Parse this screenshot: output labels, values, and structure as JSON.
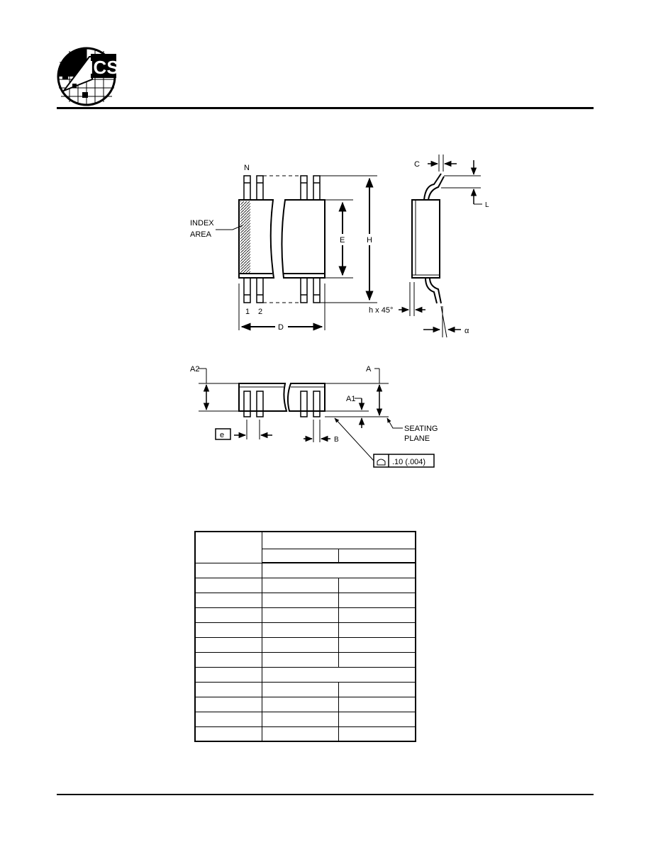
{
  "header": {
    "logo_text": "ICS"
  },
  "top_view": {
    "pin_n_label": "N",
    "pin_1_label": "1",
    "pin_2_label": "2",
    "index_area_line1": "INDEX",
    "index_area_line2": "AREA",
    "dim_e": "E",
    "dim_h": "H",
    "dim_d": "D"
  },
  "side_view": {
    "dim_c": "C",
    "dim_l": "L",
    "chamfer": "h x 45°",
    "angle": "α"
  },
  "front_view": {
    "dim_a2": "A2",
    "dim_a": "A",
    "dim_a1": "A1",
    "dim_e_pitch": "e",
    "dim_b": "B",
    "seating_line1": "SEATING",
    "seating_line2": "PLANE",
    "tolerance": ".10 (.004)"
  },
  "table": {
    "rows": [
      [
        "",
        "",
        ""
      ],
      [
        "",
        "",
        ""
      ],
      [
        "",
        "",
        ""
      ],
      [
        "",
        "",
        ""
      ],
      [
        "",
        "",
        ""
      ],
      [
        "",
        "",
        ""
      ],
      [
        "",
        "",
        ""
      ],
      [
        "",
        "",
        ""
      ],
      [
        "",
        "",
        ""
      ],
      [
        "",
        "",
        ""
      ],
      [
        "",
        "",
        ""
      ],
      [
        "",
        "",
        ""
      ],
      [
        "",
        "",
        ""
      ],
      [
        "",
        "",
        ""
      ]
    ]
  }
}
